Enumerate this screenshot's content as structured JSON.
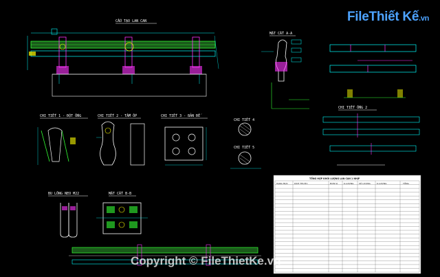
{
  "colors": {
    "background": "#000000",
    "cyan": "#00ffff",
    "green": "#33ff33",
    "magenta": "#ff33ff",
    "yellow": "#ffff00",
    "white": "#ffffff",
    "logo_blue": "#4da3ff"
  },
  "watermark": {
    "logo_brand": "File",
    "logo_word": "Thiết Kế",
    "logo_tld": ".vn",
    "copyright": "Copyright © FileThietKe.vn"
  },
  "drawing": {
    "main_title": "CẤU TẠO LAN CAN",
    "section_aa": "MẶT CẮT A-A",
    "detail_1": "CHI TIẾT 1 - ĐỘT ỐNG",
    "detail_2": "CHI TIẾT 2 - TẤM ỐP",
    "detail_3": "CHI TIẾT 3 - BẢN ĐẾ",
    "detail_4": "CHI TIẾT 4",
    "detail_5": "CHI TIẾT 5",
    "detail_6": "CHI TIẾT ỐNG 2",
    "bolt_title": "BU LÔNG NEO M22",
    "section_bb": "MẶT CẮT B-B",
    "table_title": "TỔNG HỢP KHỐI LƯỢNG LAN CAN 1 NHỊP"
  },
  "table": {
    "headers": [
      "HẠNG MỤC",
      "KÍCH THƯỚC",
      "ĐƠN VỊ",
      "K.LƯỢNG",
      "SỐ LƯỢNG",
      "K.LƯỢNG",
      "TỔNG"
    ],
    "row_count": 24
  }
}
